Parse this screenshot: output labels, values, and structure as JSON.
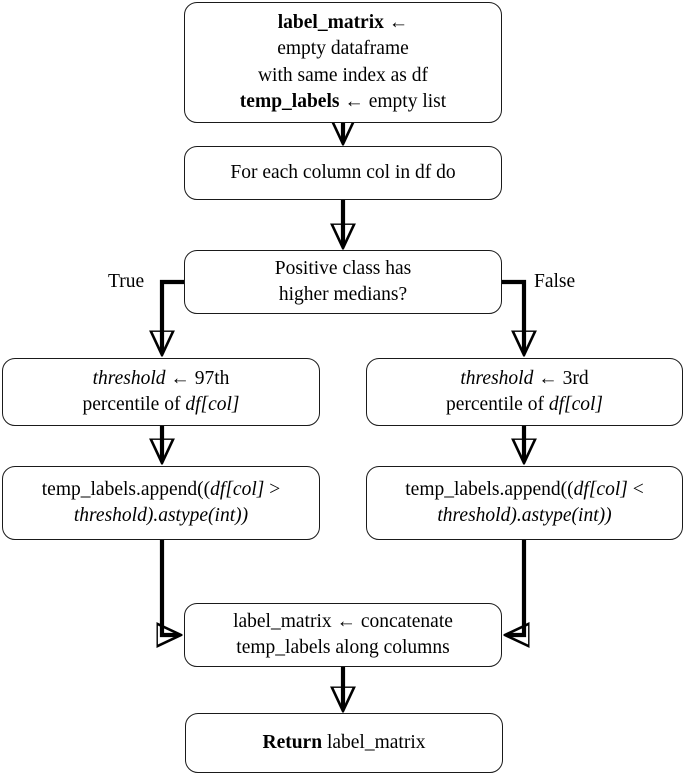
{
  "diagram": {
    "title": "Label matrix construction flowchart",
    "type": "flowchart",
    "stroke_color": "#1a1a1a",
    "background_color": "#ffffff"
  },
  "nodes": {
    "init": {
      "line1_bold": "label_matrix ←",
      "line2": "empty dataframe",
      "line3": "with same index as df",
      "line4_bold": "temp_labels",
      "line4_rest": " ← empty list"
    },
    "loop": {
      "line1": "For each column col in df do"
    },
    "decision": {
      "line1": "Positive class has",
      "line2": "higher medians?"
    },
    "threshold_true": {
      "line1_math": "threshold",
      "line1_rest": " ← 97th",
      "line2_pre": "percentile of ",
      "line2_math": "df",
      "line2_post": "[col]"
    },
    "threshold_false": {
      "line1_math": "threshold",
      "line1_rest": " ← 3rd",
      "line2_pre": "percentile of ",
      "line2_math": "df",
      "line2_post": "[col]"
    },
    "append_true": {
      "line1_pre": "temp_labels.append((",
      "line1_math": "df",
      "line1_mid": "[col]",
      "line1_op": " >",
      "line2_math": "threshold",
      "line2_post": ").astype(int))"
    },
    "append_false": {
      "line1_pre": "temp_labels.append((",
      "line1_math": "df",
      "line1_mid": "[col]",
      "line1_op": " <",
      "line2_math": "threshold",
      "line2_post": ").astype(int))"
    },
    "concat": {
      "line1": "label_matrix ← concatenate",
      "line2": "temp_labels along columns"
    },
    "return": {
      "line1_bold": "Return",
      "line1_rest": " label_matrix"
    }
  },
  "edge_labels": {
    "true": "True",
    "false": "False"
  }
}
